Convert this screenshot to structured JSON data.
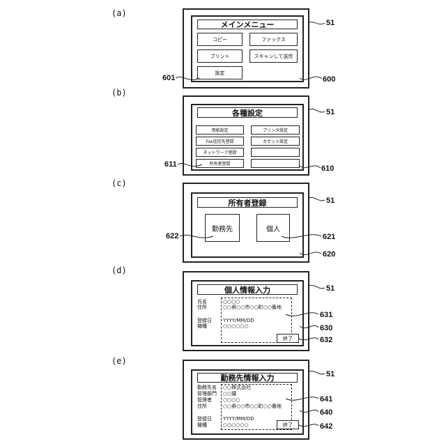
{
  "panels": {
    "a": {
      "label": "(a)",
      "title": "メインメニュー",
      "buttons": [
        "コピー",
        "ファックス",
        "プリント",
        "スキャンして送信",
        "設定"
      ],
      "refs": {
        "device": "51",
        "selected": "601",
        "screen": "600"
      }
    },
    "b": {
      "label": "(b)",
      "title": "各種設定",
      "buttons": [
        "用紙設定",
        "プリンタ設定",
        "Fax送信先登録",
        "カセット設定",
        "ネットワーク登録",
        "",
        "所有者登録",
        ""
      ],
      "refs": {
        "device": "51",
        "selected": "611",
        "screen": "610"
      }
    },
    "c": {
      "label": "(c)",
      "title": "所有者登録",
      "buttons": [
        "勤務先",
        "個人"
      ],
      "refs": {
        "device": "51",
        "work": "622",
        "personal": "621",
        "screen": "620"
      }
    },
    "d": {
      "label": "(d)",
      "title": "個人情報入力",
      "rows": [
        {
          "k": "氏名",
          "v": "○○○○"
        },
        {
          "k": "住所",
          "v": "○○県○○市○○町○○番地"
        },
        {
          "k": "登録日",
          "v": "YYYY/MM/DD"
        },
        {
          "k": "機種",
          "v": "○○○○○○"
        }
      ],
      "end_button": "終了",
      "refs": {
        "device": "51",
        "field": "631",
        "screen": "630",
        "end": "632"
      }
    },
    "e": {
      "label": "(e)",
      "title": "勤務先情報入力",
      "rows": [
        {
          "k": "勤務先名",
          "v": "○○株式会社"
        },
        {
          "k": "管理部門",
          "v": "○○課"
        },
        {
          "k": "管理者",
          "v": "○○○○"
        },
        {
          "k": "住所",
          "v": "○○県○○市○○町○○番地"
        },
        {
          "k": "登録日",
          "v": "YYYY/MM/DD"
        },
        {
          "k": "機種",
          "v": "○○○○○○"
        }
      ],
      "end_button": "終了",
      "refs": {
        "device": "51",
        "field": "641",
        "screen": "640",
        "end": "642"
      }
    }
  }
}
